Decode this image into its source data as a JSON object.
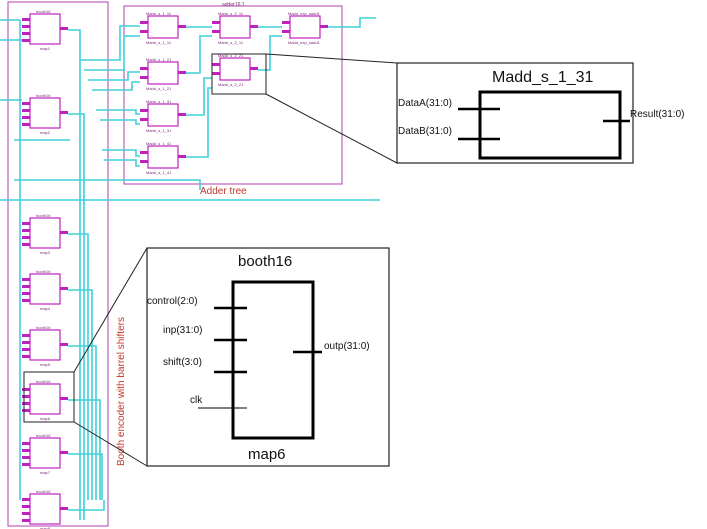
{
  "colors": {
    "wire": "#3fd0d8",
    "block": "#c020c0",
    "frame": "#b040b0",
    "callout_border": "#222222",
    "annotation": "#c0392b",
    "pin": "#000000"
  },
  "schematic": {
    "left_modules": [
      {
        "title": "booth16",
        "sub": "map1"
      },
      {
        "title": "booth16",
        "sub": "map2"
      },
      {
        "title": "booth16",
        "sub": "map3"
      },
      {
        "title": "booth16",
        "sub": "map4"
      },
      {
        "title": "booth16",
        "sub": "map5"
      },
      {
        "title": "booth16",
        "sub": "map6"
      },
      {
        "title": "booth16",
        "sub": "map7"
      },
      {
        "title": "booth16",
        "sub": "map8"
      }
    ],
    "adder_frame_title": "adder16:1",
    "adder_cells": [
      {
        "top": "Madd_s_1_11",
        "bottom": "Madd_s_1_11"
      },
      {
        "top": "Madd_s_2_11",
        "bottom": "Madd_s_2_11"
      },
      {
        "top": "Madd_exp_sadd1",
        "bottom": "Madd_exp_sadd1"
      },
      {
        "top": "Madd_s_1_21",
        "bottom": "Madd_s_1_21"
      },
      {
        "top": "Madd_s_2_21",
        "bottom": "Madd_s_2_21"
      },
      {
        "top": "Madd_s_1_31",
        "bottom": "Madd_s_1_31"
      },
      {
        "top": "Madd_s_1_41",
        "bottom": "Madd_s_1_41"
      }
    ],
    "adder_tree_label": "Adder tree",
    "booth_encoder_label": "Booth encoder with barrel shifters"
  },
  "madd_callout": {
    "title": "Madd_s_1_31",
    "inputs": [
      "DataA(31:0)",
      "DataB(31:0)"
    ],
    "output": "Result(31:0)"
  },
  "booth_callout": {
    "title": "booth16",
    "subtitle": "map6",
    "inputs": [
      "control(2:0)",
      "inp(31:0)",
      "shift(3:0)",
      "clk"
    ],
    "output": "outp(31:0)"
  }
}
